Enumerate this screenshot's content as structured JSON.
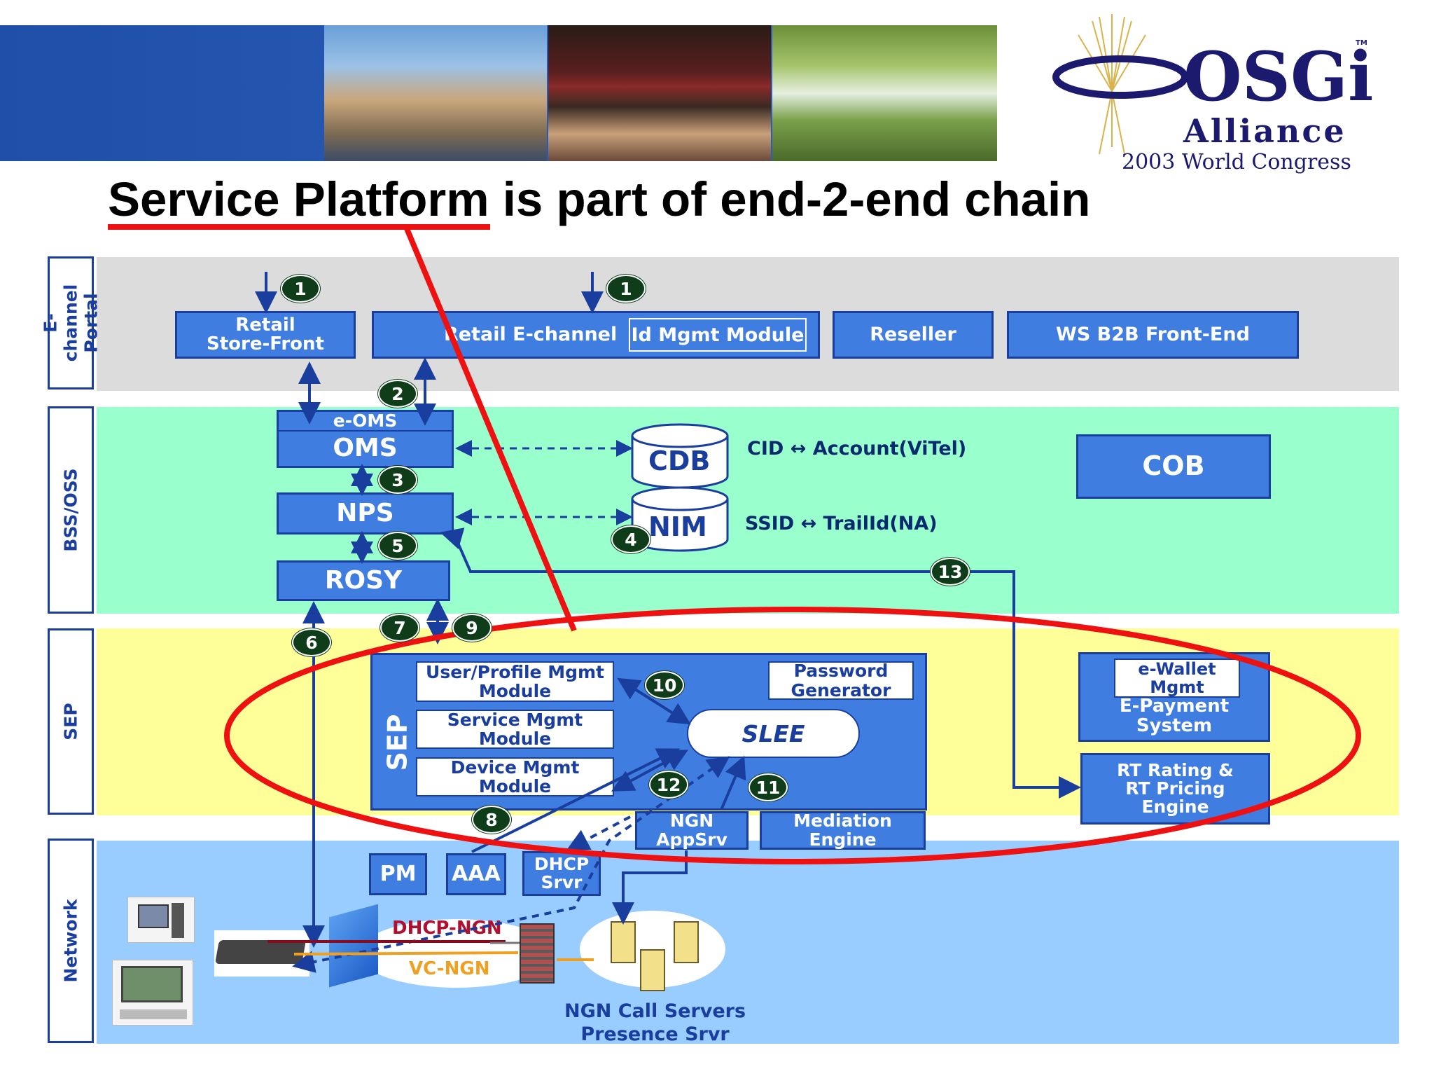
{
  "title": "Service Platform is part of end-2-end chain",
  "logo": {
    "brand": "OSGi",
    "tm": "TM",
    "sub": "Alliance",
    "event": "2003 World Congress"
  },
  "lanes": {
    "echannel": "E-channel\nPortal",
    "bss": "BSS/OSS",
    "sep": "SEP",
    "network": "Network"
  },
  "echannel": {
    "retail_store": "Retail\nStore-Front",
    "retail_echannel": "Retail E-channel",
    "id_mgmt": "Id Mgmt Module",
    "reseller": "Reseller",
    "ws_b2b": "WS B2B Front-End"
  },
  "bss": {
    "eoms": "e-OMS",
    "oms": "OMS",
    "nps": "NPS",
    "rosy": "ROSY",
    "cdb": "CDB",
    "nim": "NIM",
    "cid_mapping": "CID ↔ Account(ViTel)",
    "ssid_mapping": "SSID ↔ TrailId(NA)",
    "cob": "COB"
  },
  "sep": {
    "label": "SEP",
    "user_profile": "User/Profile Mgmt\nModule",
    "service_mgmt": "Service Mgmt\nModule",
    "device_mgmt": "Device Mgmt\nModule",
    "password_gen": "Password\nGenerator",
    "slee": "SLEE",
    "ewallet": "e-Wallet\nMgmt",
    "epayment": "E-Payment\nSystem",
    "rt_rating": "RT Rating &\nRT Pricing\nEngine",
    "ngn_appsrv": "NGN\nAppSrv",
    "mediation": "Mediation\nEngine"
  },
  "network": {
    "pm": "PM",
    "aaa": "AAA",
    "dhcp_srvr": "DHCP\nSrvr",
    "dhcp_ngn": "DHCP-NGN",
    "vc_ngn": "VC-NGN",
    "call_servers": "NGN Call Servers\nPresence Srvr"
  },
  "badges": [
    "1",
    "1",
    "2",
    "3",
    "4",
    "5",
    "6",
    "7",
    "9",
    "8",
    "10",
    "11",
    "12",
    "13"
  ],
  "colors": {
    "echannel_band": "#dcdcdc",
    "bss_band": "#99ffcc",
    "sep_band": "#ffff99",
    "network_band": "#99ccff",
    "box_blue": "#3f7ee0",
    "dark_blue": "#1a3e9e",
    "highlight_red": "#ee1111",
    "badge_green": "#0f3d1a"
  }
}
